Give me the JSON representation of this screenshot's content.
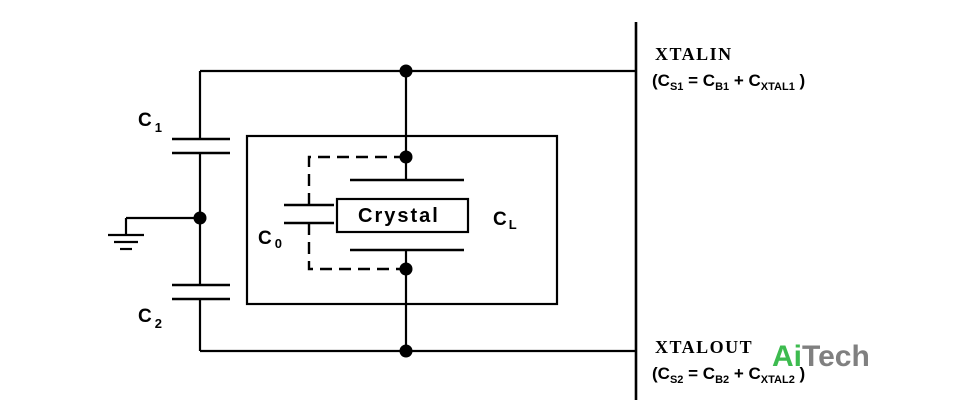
{
  "labels": {
    "c1_main": "C",
    "c1_sub": "1",
    "c2_main": "C",
    "c2_sub": "2",
    "c0_main": "C",
    "c0_sub": "0",
    "cl_main": "C",
    "cl_sub": "L",
    "crystal": "Crystal",
    "xtalin": "XTALIN",
    "xtalout": "XTALOUT"
  },
  "xtalin_formula": {
    "open": "(C",
    "s_sub": "S1",
    "eq": " = C",
    "b_sub": "B1",
    "plus": " + C",
    "x_sub": "XTAL1",
    "close": " )"
  },
  "xtalout_formula": {
    "open": "(C",
    "s_sub": "S2",
    "eq": " = C",
    "b_sub": "B2",
    "plus": " + C",
    "x_sub": "XTAL2",
    "close": " )"
  },
  "watermark": {
    "ai": "Ai",
    "tech": "Tech",
    "ai_color": "#3dbb4f",
    "tech_color": "#555555"
  }
}
